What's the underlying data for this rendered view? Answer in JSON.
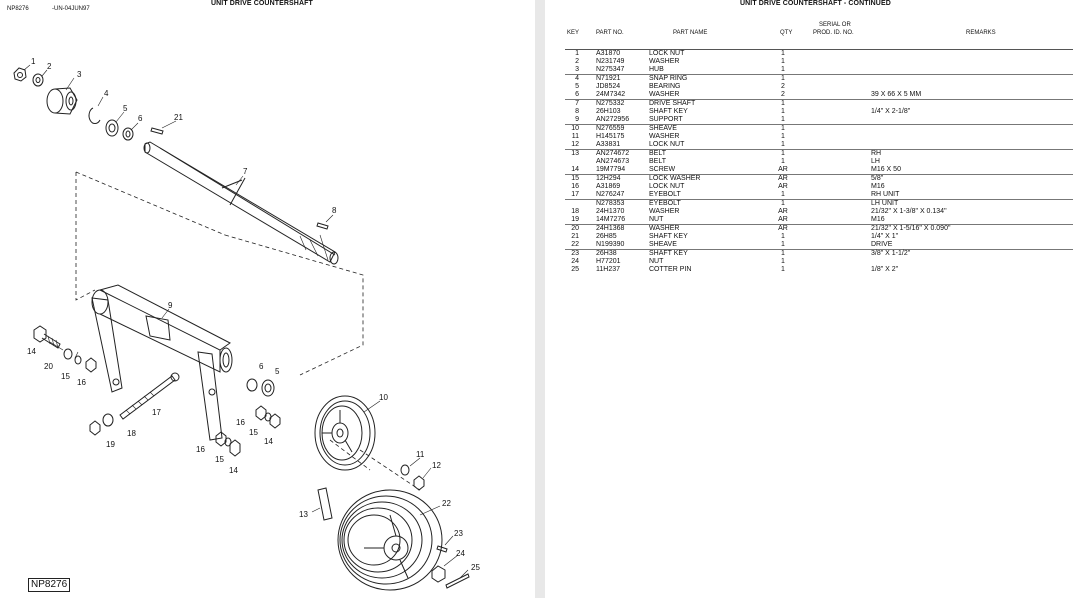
{
  "left_page": {
    "figure_code": "NP8276",
    "date_code": "-UN-04JUN97",
    "title": "UNIT DRIVE COUNTERSHAFT",
    "figure_label": "NP8276",
    "callouts": [
      "1",
      "2",
      "3",
      "4",
      "5",
      "6",
      "21",
      "7",
      "8",
      "9",
      "14",
      "20",
      "15",
      "16",
      "17",
      "18",
      "19",
      "6",
      "5",
      "16",
      "15",
      "14",
      "16",
      "15",
      "14",
      "10",
      "11",
      "12",
      "22",
      "13",
      "23",
      "24",
      "25"
    ]
  },
  "right_page": {
    "title": "UNIT DRIVE COUNTERSHAFT - CONTINUED",
    "columns": {
      "key": "KEY",
      "part_no": "PART NO.",
      "part_name": "PART NAME",
      "qty": "QTY",
      "serial_line1": "SERIAL OR",
      "serial_line2": "PROD. ID. NO.",
      "remarks": "REMARKS"
    },
    "rows": [
      {
        "key": "1",
        "part": "A31870",
        "name": "LOCK NUT",
        "qty": "1",
        "rem": "",
        "sep": true
      },
      {
        "key": "2",
        "part": "N231749",
        "name": "WASHER",
        "qty": "1",
        "rem": "",
        "sep": false
      },
      {
        "key": "3",
        "part": "N275347",
        "name": "HUB",
        "qty": "1",
        "rem": "",
        "sep": false
      },
      {
        "key": "4",
        "part": "N71921",
        "name": "SNAP RING",
        "qty": "1",
        "rem": "",
        "sep": true
      },
      {
        "key": "5",
        "part": "JD8524",
        "name": "BEARING",
        "qty": "2",
        "rem": "",
        "sep": false
      },
      {
        "key": "6",
        "part": "24M7342",
        "name": "WASHER",
        "qty": "2",
        "rem": "39 X 66 X 5 MM",
        "sep": false
      },
      {
        "key": "7",
        "part": "N275332",
        "name": "DRIVE SHAFT",
        "qty": "1",
        "rem": "",
        "sep": true
      },
      {
        "key": "8",
        "part": "26H103",
        "name": "SHAFT KEY",
        "qty": "1",
        "rem": "1/4\" X 2-1/8\"",
        "sep": false
      },
      {
        "key": "9",
        "part": "AN272956",
        "name": "SUPPORT",
        "qty": "1",
        "rem": "",
        "sep": false
      },
      {
        "key": "10",
        "part": "N276559",
        "name": "SHEAVE",
        "qty": "1",
        "rem": "",
        "sep": true
      },
      {
        "key": "11",
        "part": "H145175",
        "name": "WASHER",
        "qty": "1",
        "rem": "",
        "sep": false
      },
      {
        "key": "12",
        "part": "A33831",
        "name": "LOCK NUT",
        "qty": "1",
        "rem": "",
        "sep": false
      },
      {
        "key": "13",
        "part": "AN274672",
        "name": "BELT",
        "qty": "1",
        "rem": "RH",
        "sep": true
      },
      {
        "key": "",
        "part": "AN274673",
        "name": "BELT",
        "qty": "1",
        "rem": "LH",
        "sep": false
      },
      {
        "key": "14",
        "part": "19M7794",
        "name": "SCREW",
        "qty": "AR",
        "rem": "M16 X 50",
        "sep": false
      },
      {
        "key": "15",
        "part": "12H294",
        "name": "LOCK WASHER",
        "qty": "AR",
        "rem": "5/8\"",
        "sep": true
      },
      {
        "key": "16",
        "part": "A31869",
        "name": "LOCK NUT",
        "qty": "AR",
        "rem": "M16",
        "sep": false
      },
      {
        "key": "17",
        "part": "N276247",
        "name": "EYEBOLT",
        "qty": "1",
        "rem": "RH UNIT",
        "sep": false
      },
      {
        "key": "",
        "part": "N278353",
        "name": "EYEBOLT",
        "qty": "1",
        "rem": "LH UNIT",
        "sep": true
      },
      {
        "key": "18",
        "part": "24H1370",
        "name": "WASHER",
        "qty": "AR",
        "rem": "21/32\" X 1-3/8\" X 0.134\"",
        "sep": false
      },
      {
        "key": "19",
        "part": "14M7276",
        "name": "NUT",
        "qty": "AR",
        "rem": "M16",
        "sep": false
      },
      {
        "key": "20",
        "part": "24H1368",
        "name": "WASHER",
        "qty": "AR",
        "rem": "21/32\" X 1-5/16\" X 0.090\"",
        "sep": true
      },
      {
        "key": "21",
        "part": "26H85",
        "name": "SHAFT KEY",
        "qty": "1",
        "rem": "1/4\" X 1\"",
        "sep": false
      },
      {
        "key": "22",
        "part": "N199390",
        "name": "SHEAVE",
        "qty": "1",
        "rem": "DRIVE",
        "sep": false
      },
      {
        "key": "23",
        "part": "26H38",
        "name": "SHAFT KEY",
        "qty": "1",
        "rem": "3/8\" X 1-1/2\"",
        "sep": true
      },
      {
        "key": "24",
        "part": "H77201",
        "name": "NUT",
        "qty": "1",
        "rem": "",
        "sep": false
      },
      {
        "key": "25",
        "part": "11H237",
        "name": "COTTER PIN",
        "qty": "1",
        "rem": "1/8\" X 2\"",
        "sep": false
      }
    ]
  }
}
